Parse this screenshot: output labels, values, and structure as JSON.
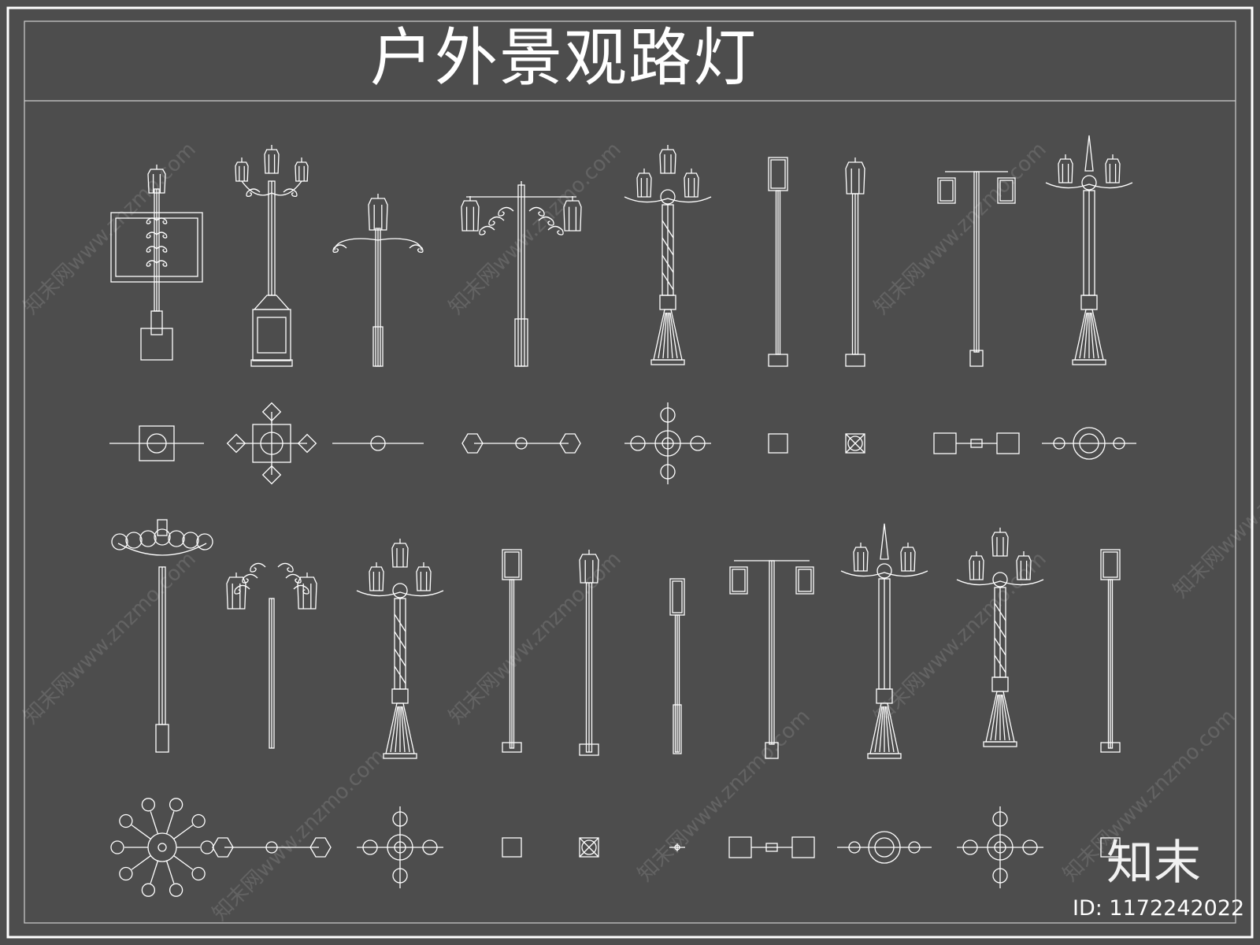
{
  "title": "户外景观路灯",
  "watermark": "知末网www.znzmo.com",
  "brand": "知末",
  "id_label": "ID: 1172242022",
  "colors": {
    "background": "#4d4d4d",
    "line": "#ffffff"
  },
  "rows": [
    {
      "name": "elevations-row-1",
      "kind": "elevation",
      "items": [
        "box-frame",
        "triple-ornate",
        "single-arm",
        "double-scroll",
        "candelabra-twist",
        "slim-box",
        "slim-lantern",
        "t-bar-double",
        "spire-triple"
      ]
    },
    {
      "name": "plans-row-1",
      "kind": "plan",
      "items": [
        "plan-wide-circle",
        "plan-four-diamond",
        "plan-thin-bar",
        "plan-hex-pair",
        "plan-four-star",
        "plan-square",
        "plan-square-hatched",
        "plan-double-rect",
        "plan-rosette-bar"
      ]
    },
    {
      "name": "elevations-row-2",
      "kind": "elevation",
      "items": [
        "multi-globe",
        "double-scroll-lantern",
        "candelabra-twist",
        "slim-box",
        "slim-lantern",
        "bollard-thin",
        "t-bar-double",
        "spire-triple",
        "candelabra-triple",
        "slim-box"
      ]
    },
    {
      "name": "plans-row-2",
      "kind": "plan",
      "items": [
        "plan-radial-globes",
        "plan-hex-pair",
        "plan-four-star",
        "plan-square",
        "plan-square-hatched",
        "plan-tiny-cross",
        "plan-double-rect",
        "plan-rosette-bar",
        "plan-four-star",
        "plan-square"
      ]
    }
  ]
}
